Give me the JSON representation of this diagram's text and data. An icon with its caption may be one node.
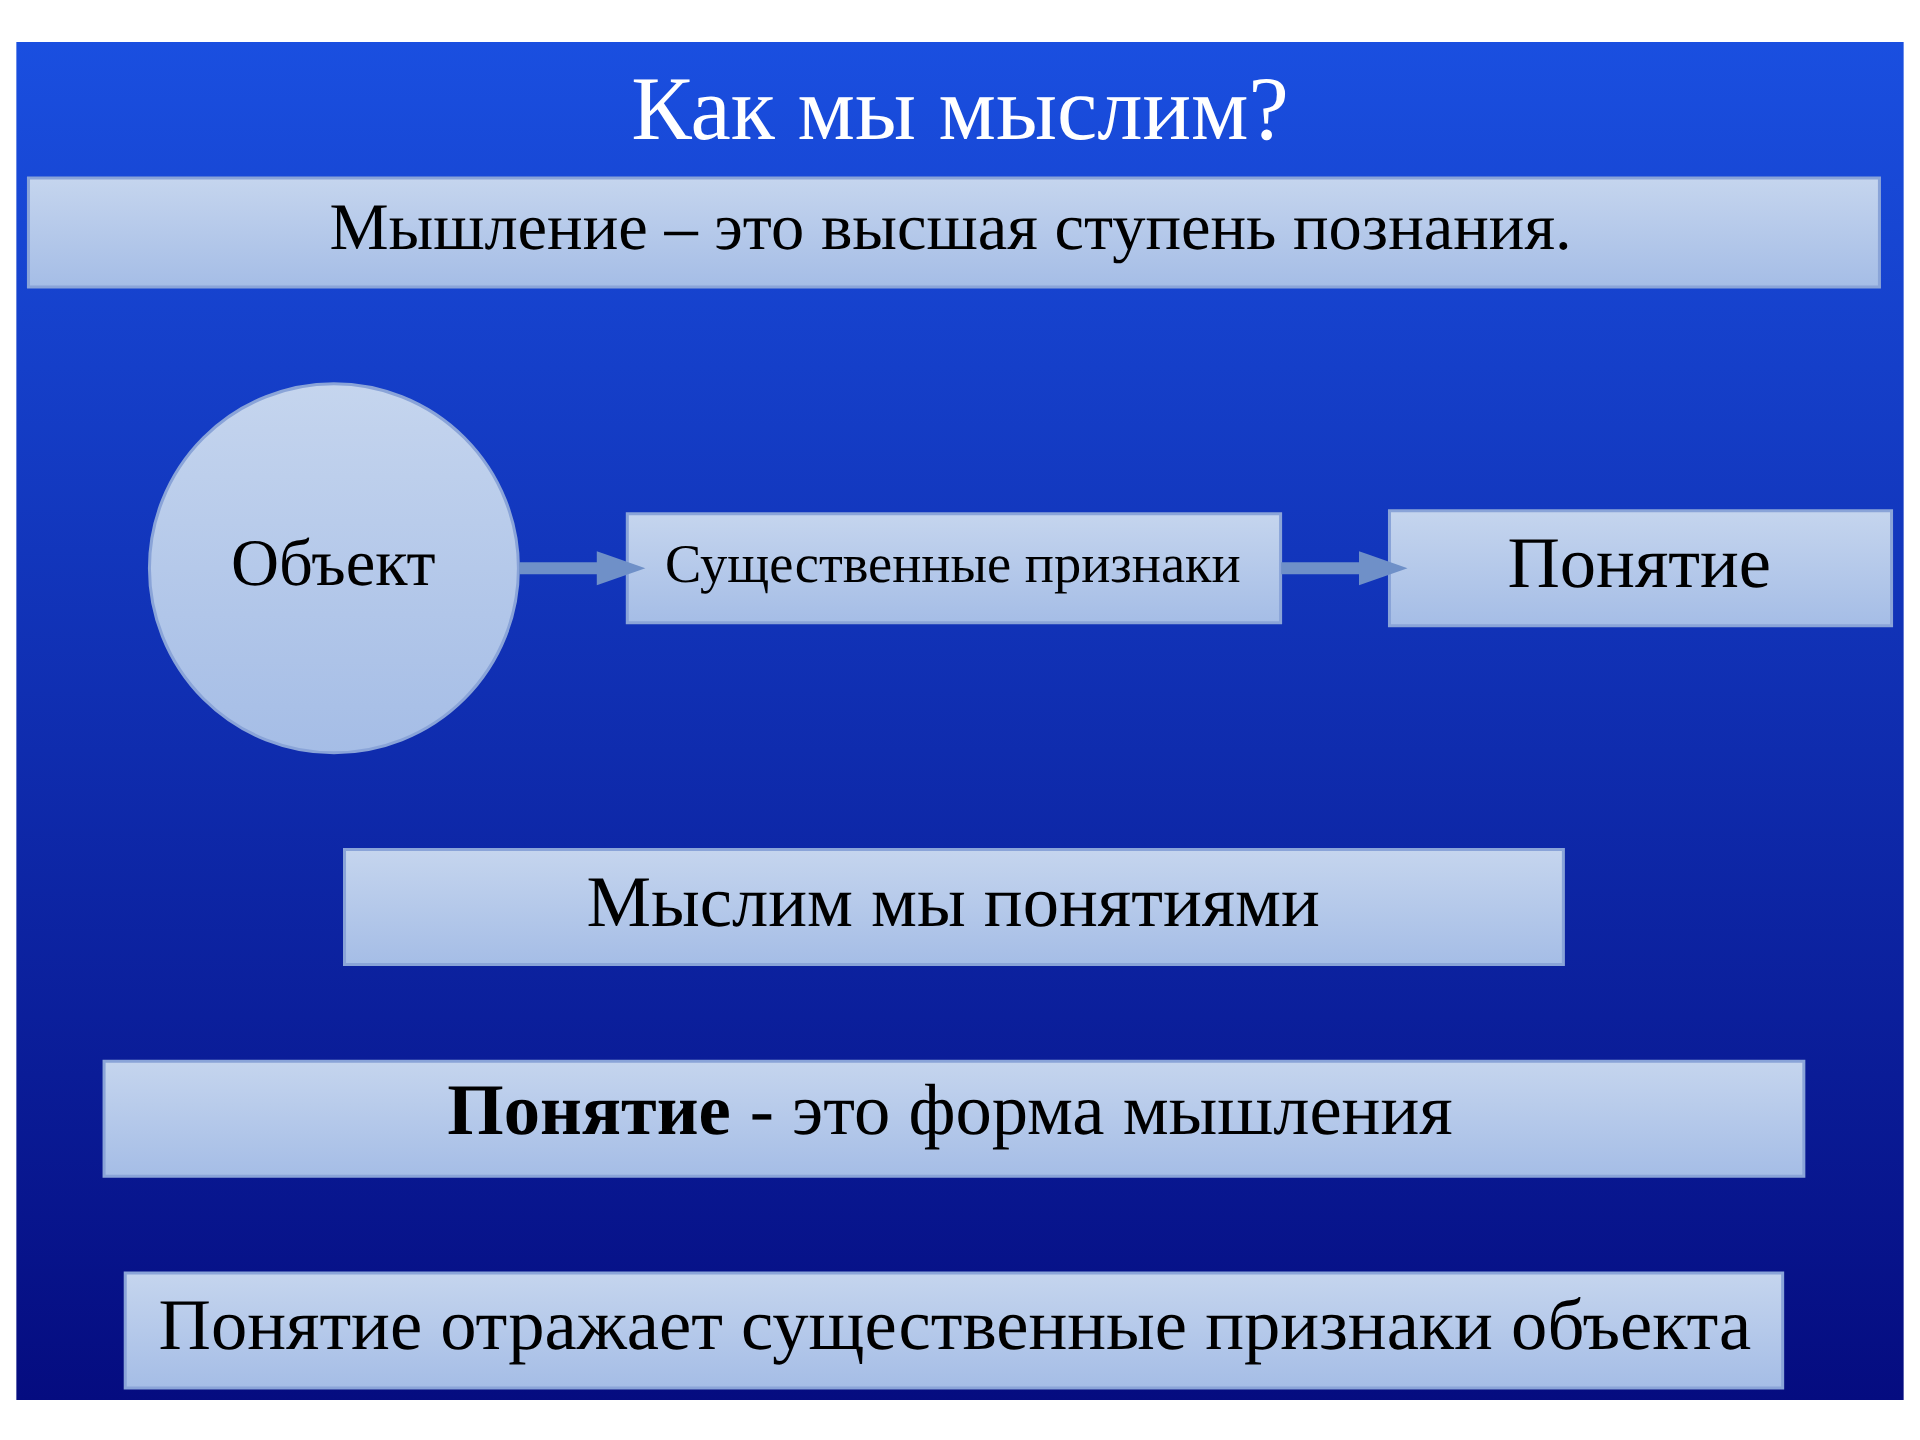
{
  "diagram": {
    "title": "Как мы мыслим?",
    "nodes": [
      {
        "text": [
          "Мышление – это высшая ступень познания."
        ]
      },
      {
        "text": [
          "Объект"
        ]
      },
      {
        "text": [
          "Существенные признаки"
        ]
      },
      {
        "text": [
          "Понятие"
        ]
      },
      {
        "text": [
          "Мыслим мы понятиями"
        ]
      },
      {
        "text": [
          "**Понятие** - это форма мышления"
        ]
      },
      {
        "text": [
          "Понятие отражает существенные признаки объекта"
        ]
      }
    ],
    "edges": [
      {
        "from": 1,
        "to": 2,
        "arrow": "to"
      },
      {
        "from": 2,
        "to": 3,
        "arrow": "to"
      }
    ]
  }
}
